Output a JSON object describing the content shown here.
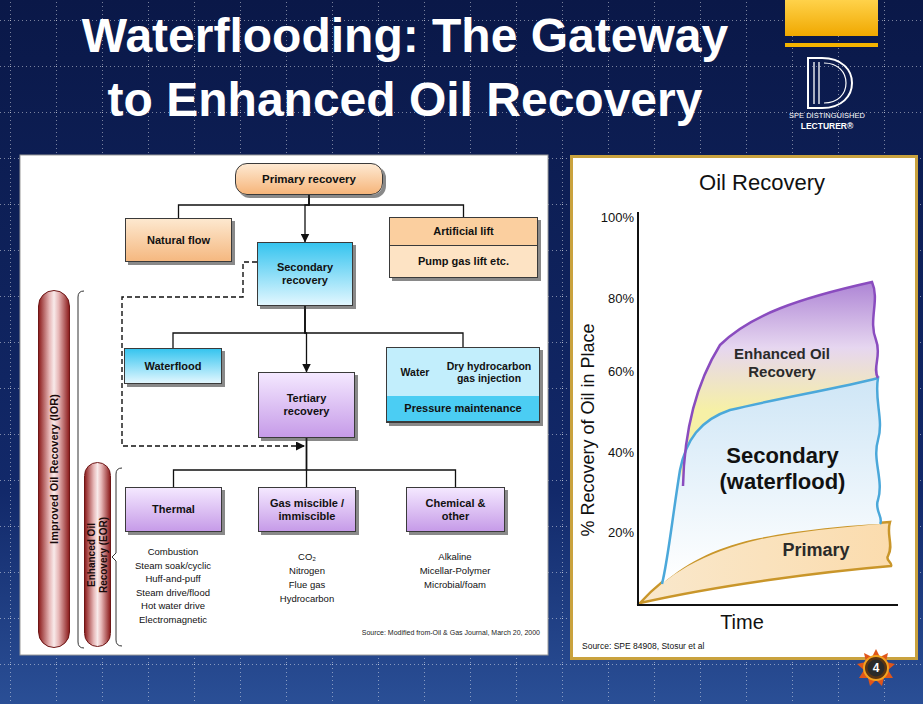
{
  "diagram": {
    "title": "Waterflooding: The Gateway to Enhanced Oil Recovery",
    "nodes": [
      {
        "text": [
          "Primary recovery"
        ]
      },
      {
        "text": [
          "Natural flow"
        ]
      },
      {
        "text": [
          "Artificial lift",
          "Pump gas lift etc."
        ]
      },
      {
        "text": [
          "Secondary recovery"
        ]
      },
      {
        "text": [
          "Waterflood"
        ]
      },
      {
        "text": [
          "Tertiary recovery"
        ]
      },
      {
        "text": [
          "Pressure maintenance",
          "Water",
          "Dry hydrocarbon gas injection"
        ]
      },
      {
        "text": [
          "Thermal"
        ]
      },
      {
        "text": [
          "Gas miscible / immiscible"
        ]
      },
      {
        "text": [
          "Chemical & other"
        ]
      },
      {
        "text": [
          "Improved Oil Recovery (IOR)"
        ]
      },
      {
        "text": [
          "Enhanced Oil Recovery (EOR)"
        ]
      }
    ],
    "edges": [
      {
        "from": 0,
        "to": 1,
        "arrow": "none"
      },
      {
        "from": 0,
        "to": 3,
        "arrow": "to"
      },
      {
        "from": 0,
        "to": 2,
        "arrow": "none"
      },
      {
        "from": 3,
        "to": 4,
        "arrow": "none"
      },
      {
        "from": 3,
        "to": 5,
        "arrow": "to"
      },
      {
        "from": 3,
        "to": 6,
        "arrow": "none"
      },
      {
        "from": 5,
        "to": 7,
        "arrow": "none"
      },
      {
        "from": 5,
        "to": 8,
        "arrow": "none"
      },
      {
        "from": 5,
        "to": 9,
        "arrow": "none"
      }
    ],
    "labels": [
      "Combustion",
      "Steam soak/cyclic",
      "Huff-and-puff",
      "Steam drive/flood",
      "Hot water drive",
      "Electromagnetic",
      "CO₂",
      "Nitrogen",
      "Flue gas",
      "Hydrocarbon",
      "Alkaline",
      "Micellar-Polymer",
      "Microbial/foam",
      "Source: Modified from-Oil & Gas Journal, March 20, 2000",
      "Oil Recovery",
      "100%",
      "80%",
      "60%",
      "40%",
      "20%",
      "% Recovery of Oil in Place",
      "Time",
      "Enhanced Oil Recovery",
      "Secondary (waterflood)",
      "Primary",
      "Source: SPE 84908, Stosur et al",
      "SPE DISTINGUISHED",
      "LECTURER®",
      "4"
    ]
  }
}
